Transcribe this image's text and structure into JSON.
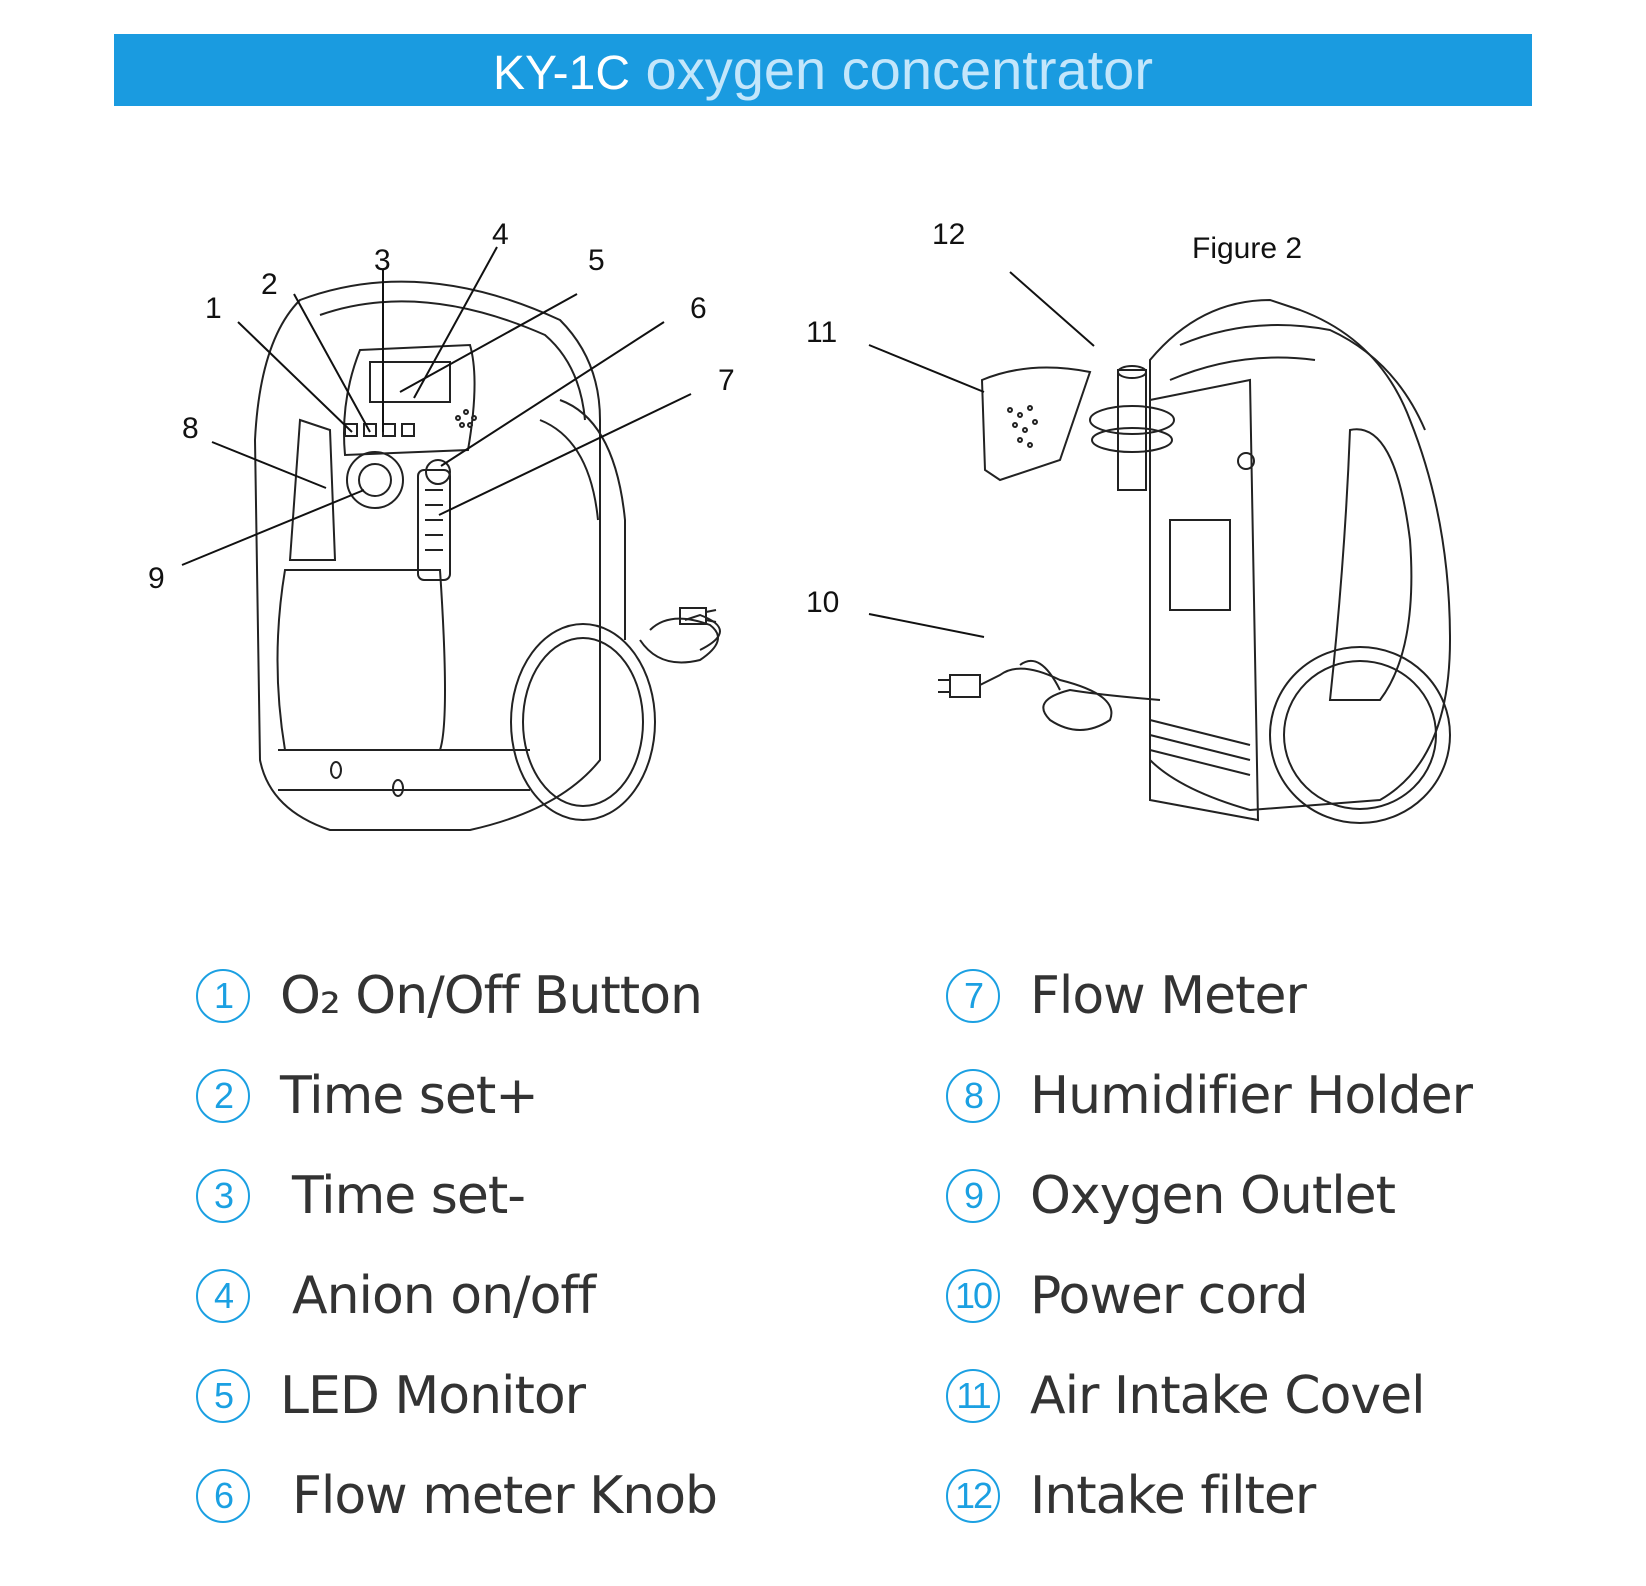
{
  "banner": {
    "model": "KY-1C",
    "title": "oxygen concentrator",
    "background_color": "#1a9be0"
  },
  "diagram": {
    "figure_caption": "Figure 2",
    "callouts": [
      "1",
      "2",
      "3",
      "4",
      "5",
      "6",
      "7",
      "8",
      "9",
      "10",
      "11",
      "12"
    ]
  },
  "legend": {
    "accent_color": "#1ba0e2",
    "left_column": [
      {
        "number": "1",
        "label": "O₂ On/Off Button"
      },
      {
        "number": "2",
        "label": "Time set+"
      },
      {
        "number": "3",
        "label": "Time set-"
      },
      {
        "number": "4",
        "label": "Anion on/off"
      },
      {
        "number": "5",
        "label": "LED Monitor"
      },
      {
        "number": "6",
        "label": "Flow meter Knob"
      }
    ],
    "right_column": [
      {
        "number": "7",
        "label": "Flow Meter"
      },
      {
        "number": "8",
        "label": "Humidifier Holder"
      },
      {
        "number": "9",
        "label": "Oxygen Outlet"
      },
      {
        "number": "10",
        "label": "Power cord"
      },
      {
        "number": "11",
        "label": "Air Intake Covel"
      },
      {
        "number": "12",
        "label": "Intake filter"
      }
    ]
  }
}
